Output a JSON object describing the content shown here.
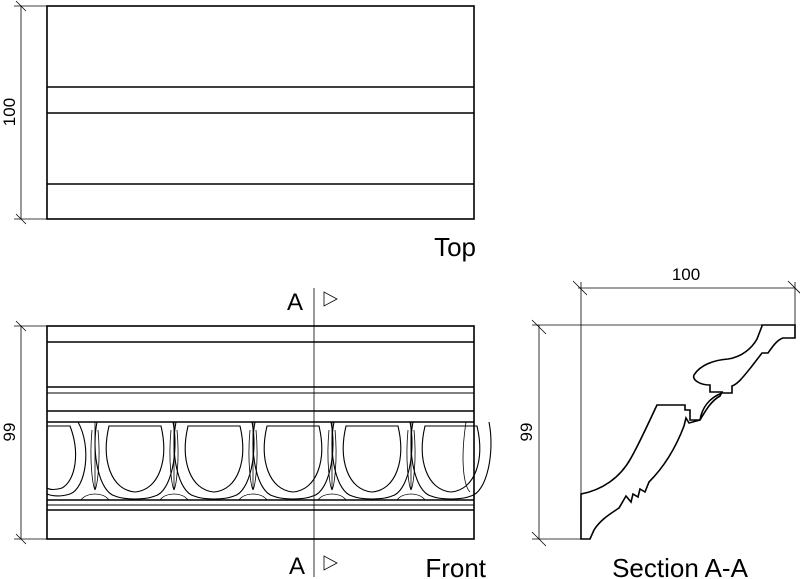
{
  "views": {
    "top": {
      "title": "Top",
      "dimension": "100"
    },
    "front": {
      "title": "Front",
      "dimension": "99",
      "cut_label_top": "A",
      "cut_label_bottom": "A"
    },
    "section": {
      "title": "Section A-A",
      "width_dimension": "100",
      "height_dimension": "99"
    }
  },
  "colors": {
    "line": "#000000",
    "background": "#ffffff"
  },
  "icons": {
    "cut_arrow": "triangle-right-outline-icon"
  }
}
